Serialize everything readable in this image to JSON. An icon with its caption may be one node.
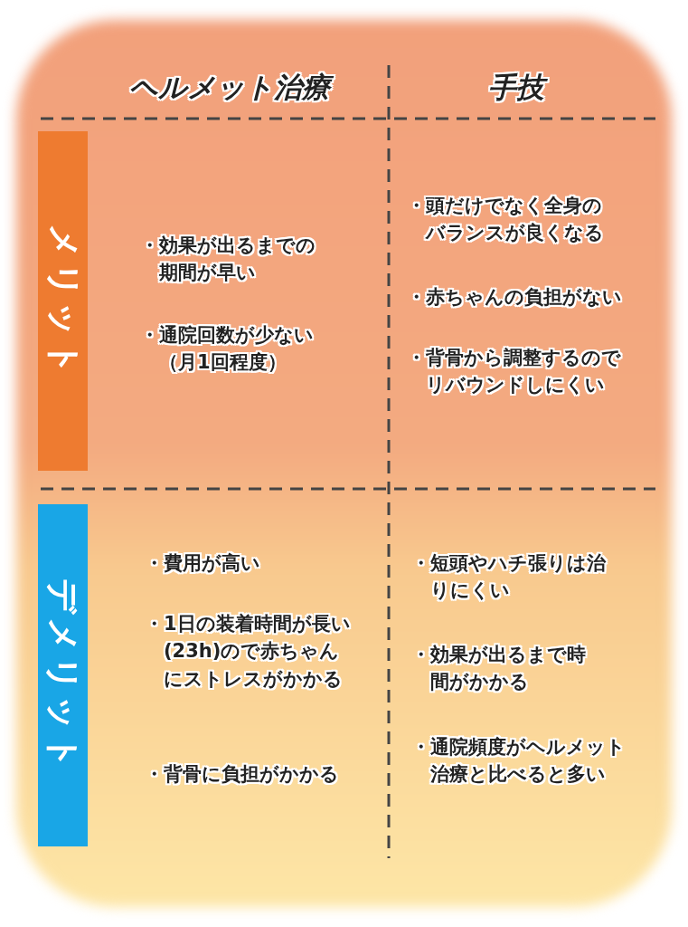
{
  "diagram": {
    "nodes": [
      {
        "text": [
          "メリット"
        ]
      },
      {
        "text": [
          "デメリット"
        ]
      }
    ],
    "labels": [
      "ヘルメット治療",
      "手技",
      "・効果が出るまでの期間が早い",
      "・通院回数が少ない（月1回程度）",
      "・頭だけでなく全身のバランスが良くなる",
      "・赤ちゃんの負担がない",
      "・背骨から調整するのでリバウンドしにくい",
      "・費用が高い",
      "・1日の装着時間が長い(23h)ので赤ちゃんにストレスがかかる",
      "・背骨に負担がかかる",
      "・短頭やハチ張りは治りにくい",
      "・効果が出るまで時間がかかる",
      "・通院頻度がヘルメット治療と比べると多い"
    ]
  }
}
